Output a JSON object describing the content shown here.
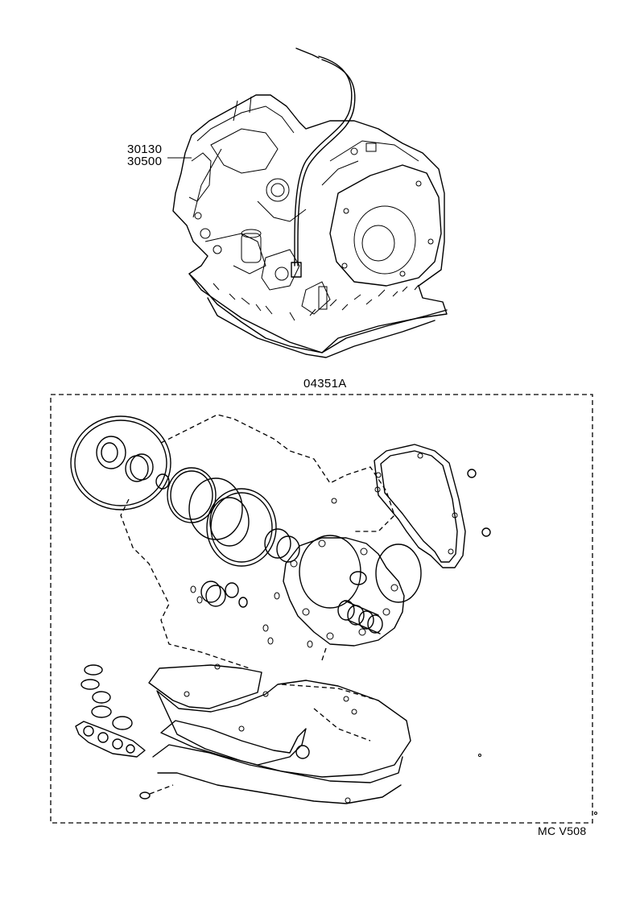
{
  "assembly": {
    "part_numbers": [
      "30130",
      "30500"
    ]
  },
  "kit": {
    "part_number": "04351A"
  },
  "footer": {
    "reference_code": "MC V508"
  },
  "colors": {
    "line": "#000000",
    "background": "#ffffff"
  }
}
